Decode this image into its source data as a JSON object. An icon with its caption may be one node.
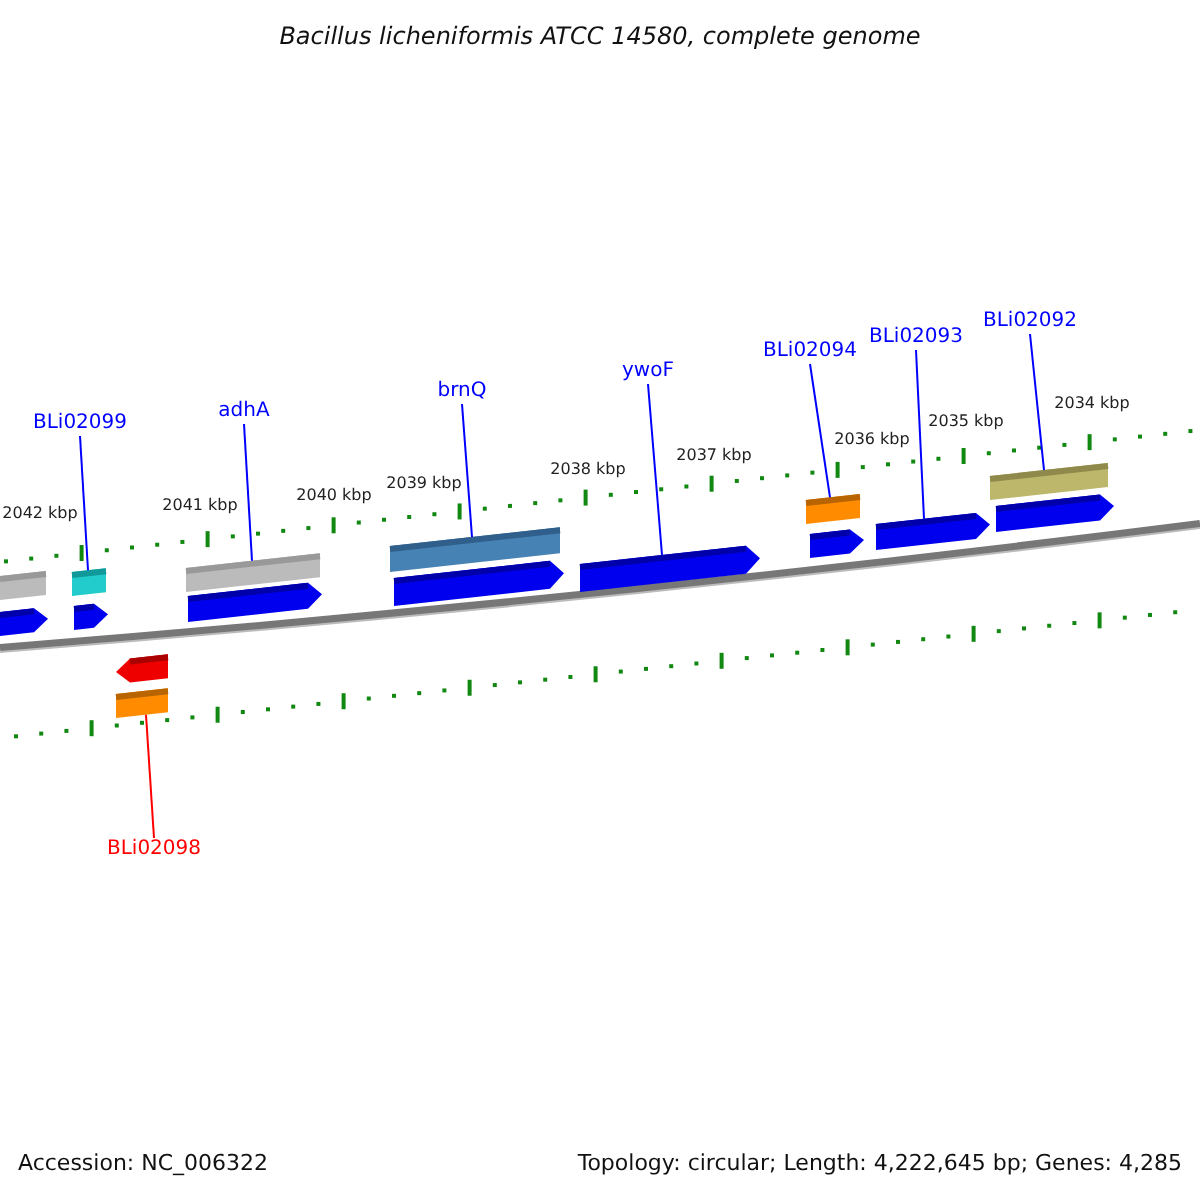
{
  "diagram": {
    "title": "Bacillus licheniformis ATCC 14580, complete genome",
    "nodes": [
      {
        "text": [
          "BLi02099"
        ]
      },
      {
        "text": [
          "adhA"
        ]
      },
      {
        "text": [
          "brnQ"
        ]
      },
      {
        "text": [
          "ywoF"
        ]
      },
      {
        "text": [
          "BLi02094"
        ]
      },
      {
        "text": [
          "BLi02093"
        ]
      },
      {
        "text": [
          "BLi02092"
        ]
      },
      {
        "text": [
          "BLi02098"
        ]
      },
      {
        "text": [],
        "shape": "bar"
      },
      {
        "text": [],
        "shape": "bar"
      },
      {
        "text": [],
        "shape": "bar"
      },
      {
        "text": [],
        "shape": "bar"
      },
      {
        "text": [],
        "shape": "bar"
      },
      {
        "text": [],
        "shape": "bar"
      },
      {
        "text": [],
        "shape": "bar"
      },
      {
        "text": [],
        "shape": "bar"
      },
      {
        "text": [],
        "shape": "bar"
      },
      {
        "text": [],
        "shape": "bar"
      },
      {
        "text": [],
        "shape": "bar"
      },
      {
        "text": [],
        "shape": "bar"
      },
      {
        "text": [],
        "shape": "bar"
      },
      {
        "text": [],
        "shape": "bar"
      },
      {
        "text": [],
        "shape": "bar"
      },
      {
        "text": [],
        "shape": "bar"
      }
    ],
    "edges": [
      {
        "from": 0,
        "to": 10,
        "arrow": "none"
      },
      {
        "from": 1,
        "to": 14,
        "arrow": "none"
      },
      {
        "from": 2,
        "to": 16,
        "arrow": "none"
      },
      {
        "from": 3,
        "to": 18,
        "arrow": "none"
      },
      {
        "from": 4,
        "to": 19,
        "arrow": "none"
      },
      {
        "from": 5,
        "to": 21,
        "arrow": "none"
      },
      {
        "from": 6,
        "to": 22,
        "arrow": "none"
      },
      {
        "from": 7,
        "to": 13,
        "arrow": "none",
        "color": "#ff0000"
      }
    ],
    "labels": [
      "2042 kbp",
      "2041 kbp",
      "2040 kbp",
      "2039 kbp",
      "2038 kbp",
      "2037 kbp",
      "2036 kbp",
      "2035 kbp",
      "2034 kbp",
      "Accession: NC_006322",
      "Topology: circular; Length: 4,222,645 bp; Genes: 4,285"
    ]
  }
}
